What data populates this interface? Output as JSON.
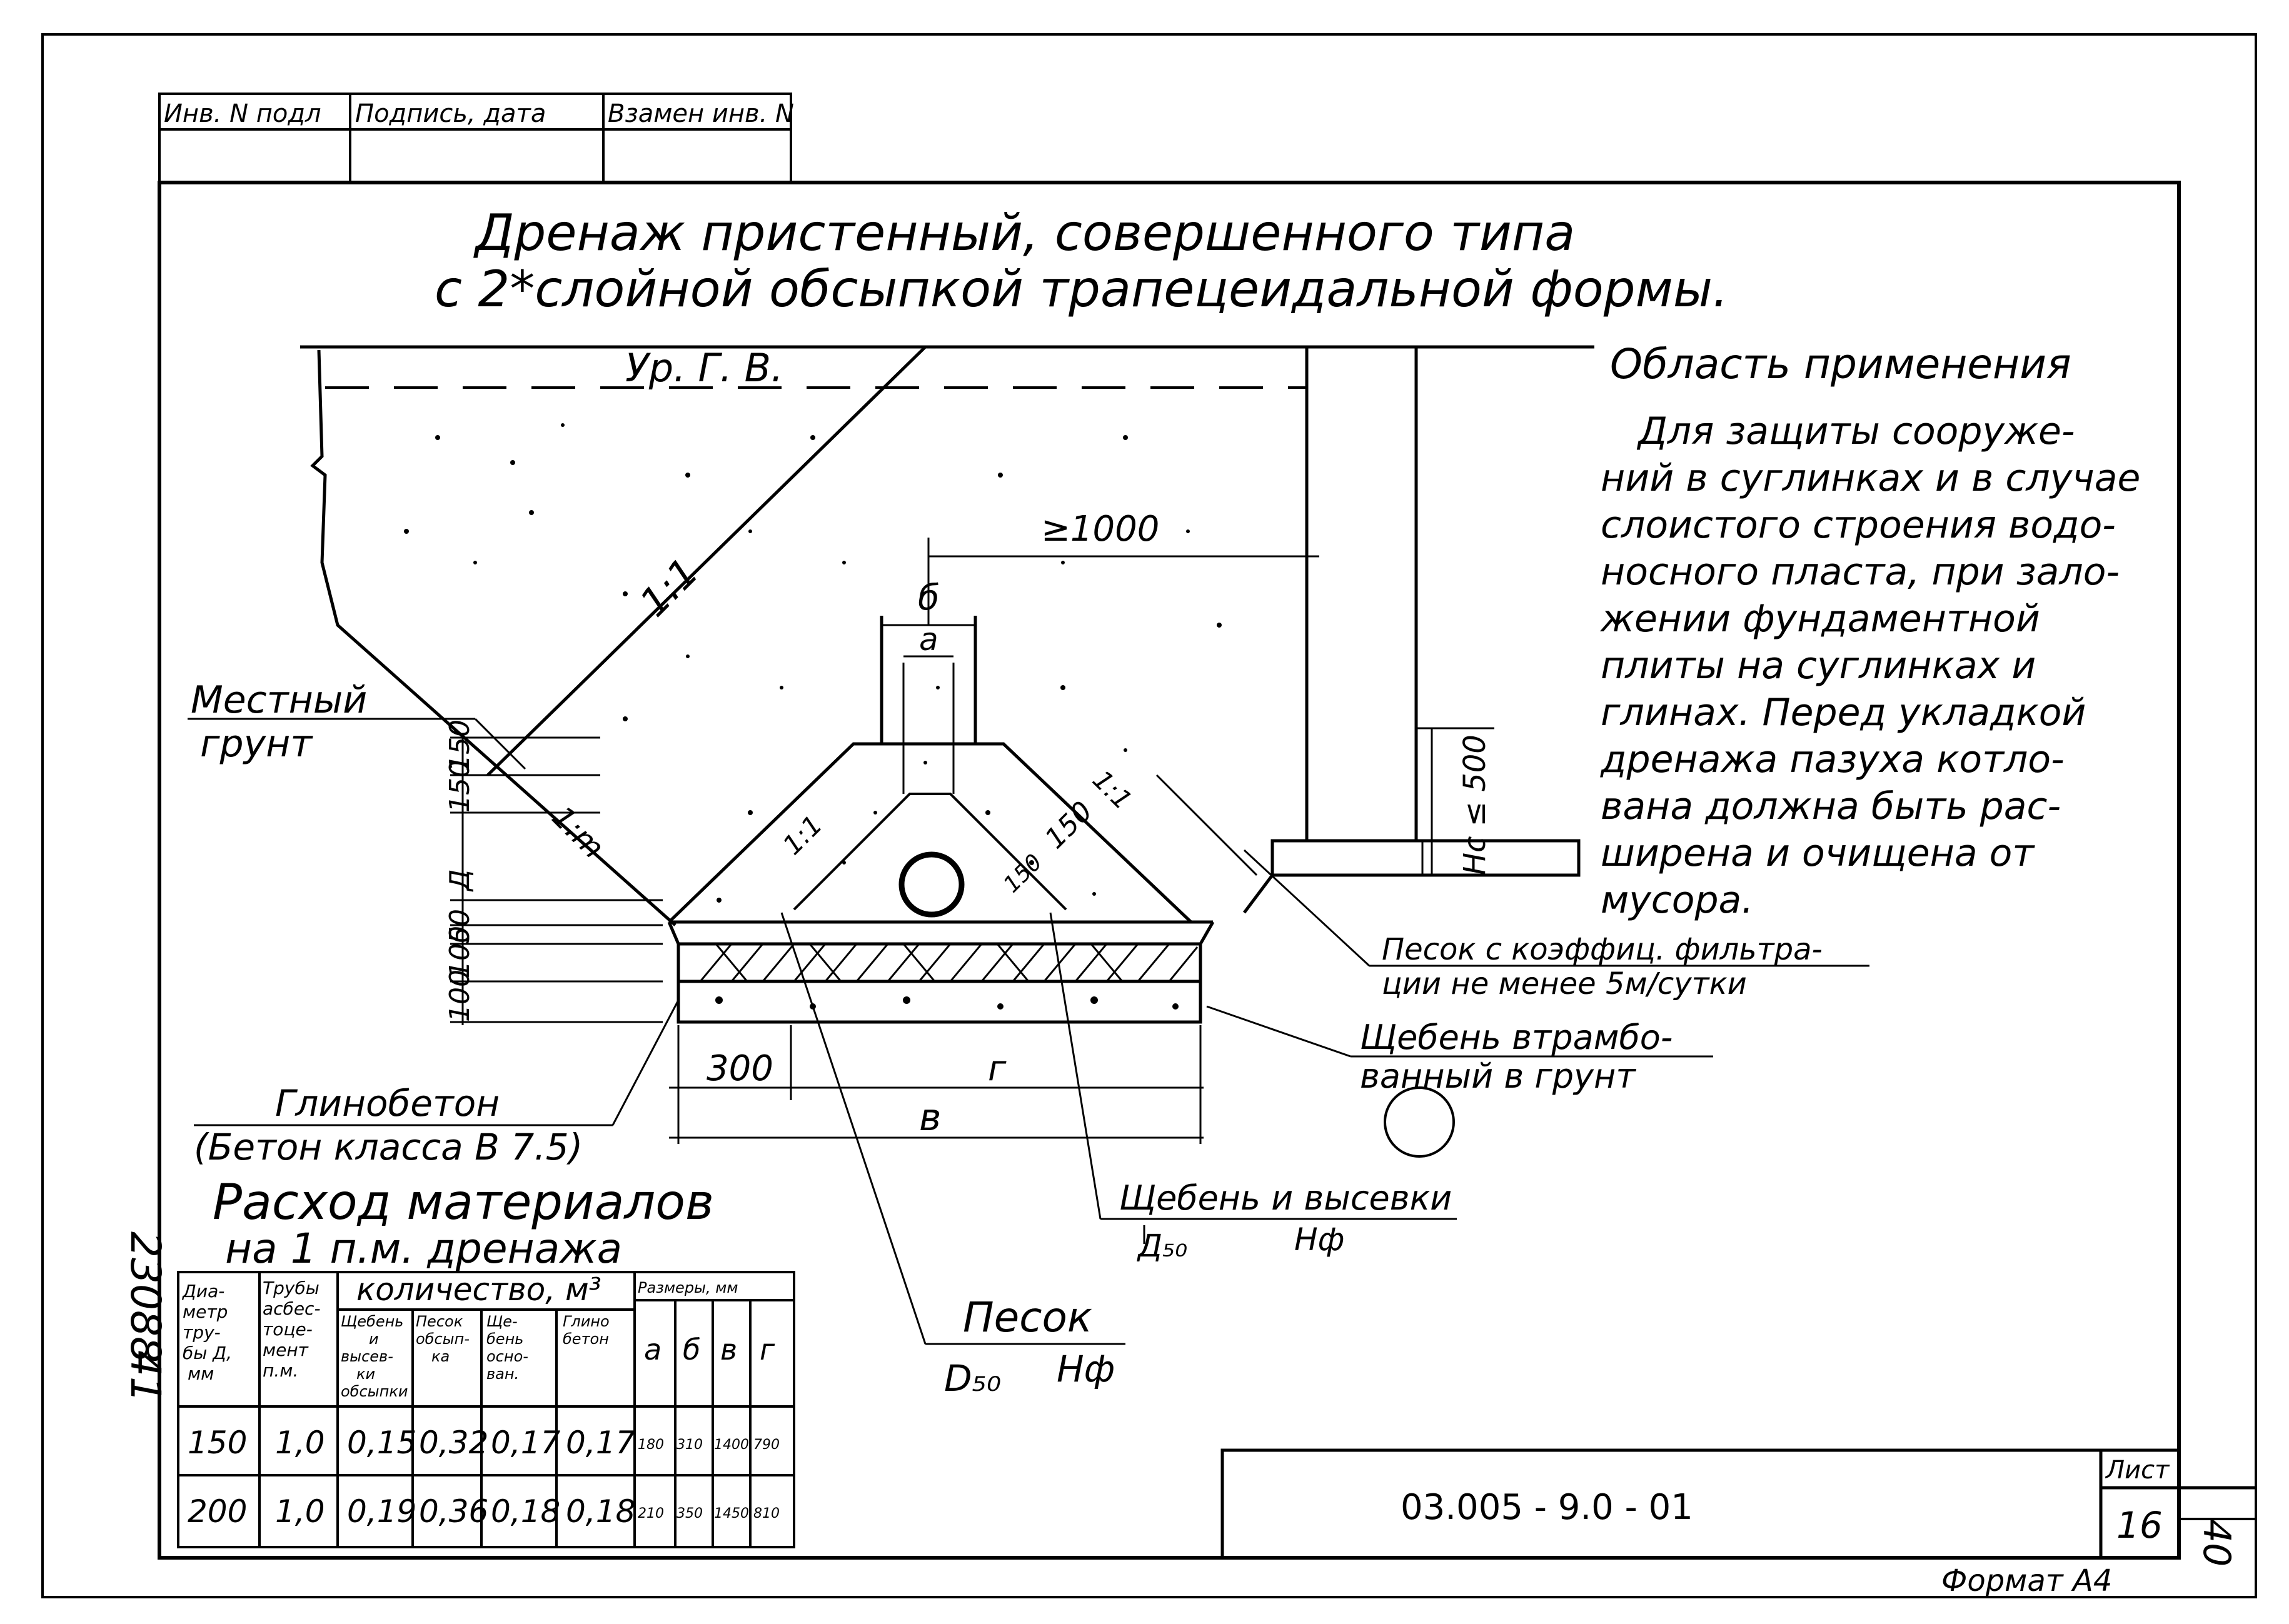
{
  "stamp": {
    "h1": "Инв. N подл",
    "h2": "Подпись, дата",
    "h3": "Взамен инв. N"
  },
  "title": {
    "line1": "Дренаж пристенный, совершенного типа",
    "line2": "с 2*слойной обсыпкой трапецеидальной формы."
  },
  "scope": {
    "heading": "Область применения",
    "lines": [
      "Для защиты сооруже-",
      "ний в суглинках и в случае",
      "слоистого строения водо-",
      "носного пласта, при зало-",
      "жении фундаментной",
      "плиты на суглинках и",
      "глинах. Перед укладкой",
      "дренажа пазуха котло-",
      "вана должна быть рас-",
      "ширена и очищена от",
      "мусора."
    ]
  },
  "drawing": {
    "water_level": "Ур. Г. В.",
    "slope_1_1": "1:1",
    "slope_1_m": "1:m",
    "dim_1000": "≥1000",
    "dim_b": "б",
    "dim_a": "а",
    "dim_500": "Нс ≤ 500",
    "dim_150a": "150",
    "dim_150b": "150",
    "dim_150c": "150",
    "dim_D": "Д",
    "dim_50": "50",
    "dim_100a": "100",
    "dim_100b": "100",
    "dim_300": "300",
    "dim_g": "г",
    "dim_v": "в",
    "local_soil_1": "Местный",
    "local_soil_2": "грунт",
    "clay_concrete_1": "Глинобетон",
    "clay_concrete_2": "(Бетон класса В 7.5)",
    "sand_coef_1": "Песок с коэффиц. фильтра-",
    "sand_coef_2": "ции не менее 5м/сутки",
    "gravel_1": "Щебень втрамбо-",
    "gravel_2": "ванный в грунт",
    "gravel_screen": "Щебень и высевки",
    "gravel_screen_sub1": "Д₅₀",
    "gravel_screen_sub2": "Нф",
    "sand": "Песок",
    "sand_sub1": "D₅₀",
    "sand_sub2": "Hф"
  },
  "materials": {
    "title1": "Расход материалов",
    "title2": "на 1 п.м. дренажа",
    "h_diam": [
      "Диа-",
      "метр",
      "тру-",
      "бы Д,",
      "мм"
    ],
    "h_pipe": [
      "Трубы",
      "асбес-",
      "тоце-",
      "мент",
      "п.м."
    ],
    "h_qty": "количество, м³",
    "h_gravel": [
      "Щебень",
      "и",
      "высев-",
      "ки",
      "обсыпки"
    ],
    "h_sand": [
      "Песок",
      "обсып-",
      "ка"
    ],
    "h_base": [
      "Ще-",
      "бень",
      "осно-",
      "ван."
    ],
    "h_clay": [
      "Глино",
      "бетон"
    ],
    "h_dims": "Размеры, мм",
    "h_a": "а",
    "h_b": "б",
    "h_v": "в",
    "h_g": "г",
    "rows": [
      [
        "150",
        "1,0",
        "0,15",
        "0,32",
        "0,17",
        "0,17",
        "180",
        "310",
        "1400",
        "790"
      ],
      [
        "200",
        "1,0",
        "0,19",
        "0,36",
        "0,18",
        "0,18",
        "210",
        "350",
        "1450",
        "810"
      ]
    ]
  },
  "side_code": "23088",
  "side_page": "41",
  "title_block": {
    "code": "03.005 - 9.0 - 01",
    "sheet_label": "Лист",
    "sheet_no": "16",
    "corner_no": "40",
    "format": "Формат А4"
  }
}
